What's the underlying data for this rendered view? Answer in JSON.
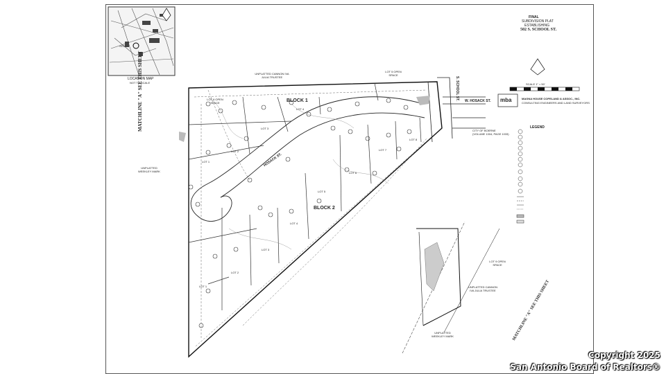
{
  "title_block": {
    "line1": "FINAL",
    "line2": "SUBDIVISION PLAT",
    "line3": "ESTABLISHING",
    "line4": "502 S. SCHOOL ST."
  },
  "location_map": {
    "label": "LOCATION MAP",
    "sub": "NOT TO SCALE",
    "site": "SITE"
  },
  "scale": {
    "label": "SCALE 1\" = 50'"
  },
  "firm": {
    "logo": "mba",
    "name": "MAGNA HOUSE COPELAND & ASSOC., INC.",
    "sub": "CONSULTING ENGINEERS AND LAND SURVEYORS"
  },
  "streets": {
    "hosack": "W. HOSACK ST.",
    "school": "S. SCHOOL ST.",
    "hosack_inner": "HOSACK ST."
  },
  "blocks": {
    "block1": "BLOCK 1",
    "block2": "BLOCK 2"
  },
  "matchline": {
    "left": "MATCHLINE \"A\" SEE THIS SHEET",
    "right": "MATCHLINE \"A\" SEE THIS SHEET"
  },
  "labels": {
    "cannon_top": "UNPLATTED CANNON IVA JULIA TRUSTEE",
    "lot5_open": "LOT 5 OPEN SPACE",
    "weekley": "UNPLATTED WEEKLEY MARK",
    "city": "CITY OF BOERNE",
    "city_sub": "(VOLUME 1304, PAGE 1033)",
    "lot6_open": "LOT 6 OPEN SPACE",
    "lot9_open": "LOT 9 OPEN SPACE",
    "cannon_inset": "UNPLATTED CANNON IVA JULIA TRUSTEE",
    "weekley_inset": "UNPLATTED WEEKLEY MARK",
    "legend": "LEGEND"
  },
  "lots": {
    "lot1_top": "LOT 1",
    "lot2_top": "LOT 2",
    "lot3_top": "LOT 3",
    "lot4_top": "LOT 4",
    "lot1": "LOT 1",
    "lot2": "LOT 2",
    "lot3": "LOT 3",
    "lot4": "LOT 4",
    "lot5": "LOT 5",
    "lot6": "LOT 6",
    "lot7": "LOT 7",
    "lot8": "LOT 8"
  },
  "watermark": {
    "line1": "Copyright 2025",
    "line2": "San Antonio Board of Realtors®"
  }
}
